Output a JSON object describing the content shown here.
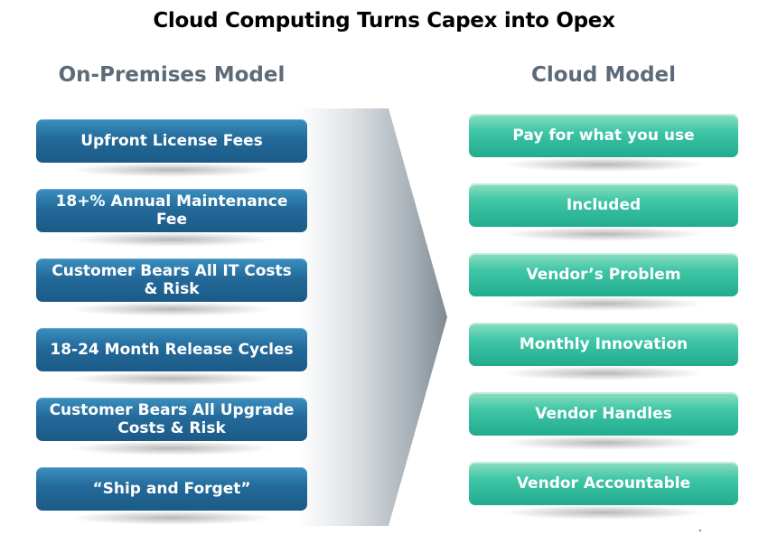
{
  "title": "Cloud Computing Turns Capex into Opex",
  "left_column": {
    "heading": "On-Premises Model",
    "items": [
      "Upfront License Fees",
      "18+% Annual Maintenance Fee",
      "Customer Bears All IT Costs & Risk",
      "18-24 Month Release Cycles",
      "Customer Bears All Upgrade Costs & Risk",
      "“Ship and Forget”"
    ]
  },
  "right_column": {
    "heading": "Cloud Model",
    "items": [
      "Pay for what you use",
      "Included",
      "Vendor’s Problem",
      "Monthly Innovation",
      "Vendor Handles",
      "Vendor Accountable"
    ]
  },
  "colors": {
    "left_box": "#236a9a",
    "right_box": "#3fc6a6",
    "heading": "#5d6b78",
    "arrow": "#b8c0c6"
  }
}
